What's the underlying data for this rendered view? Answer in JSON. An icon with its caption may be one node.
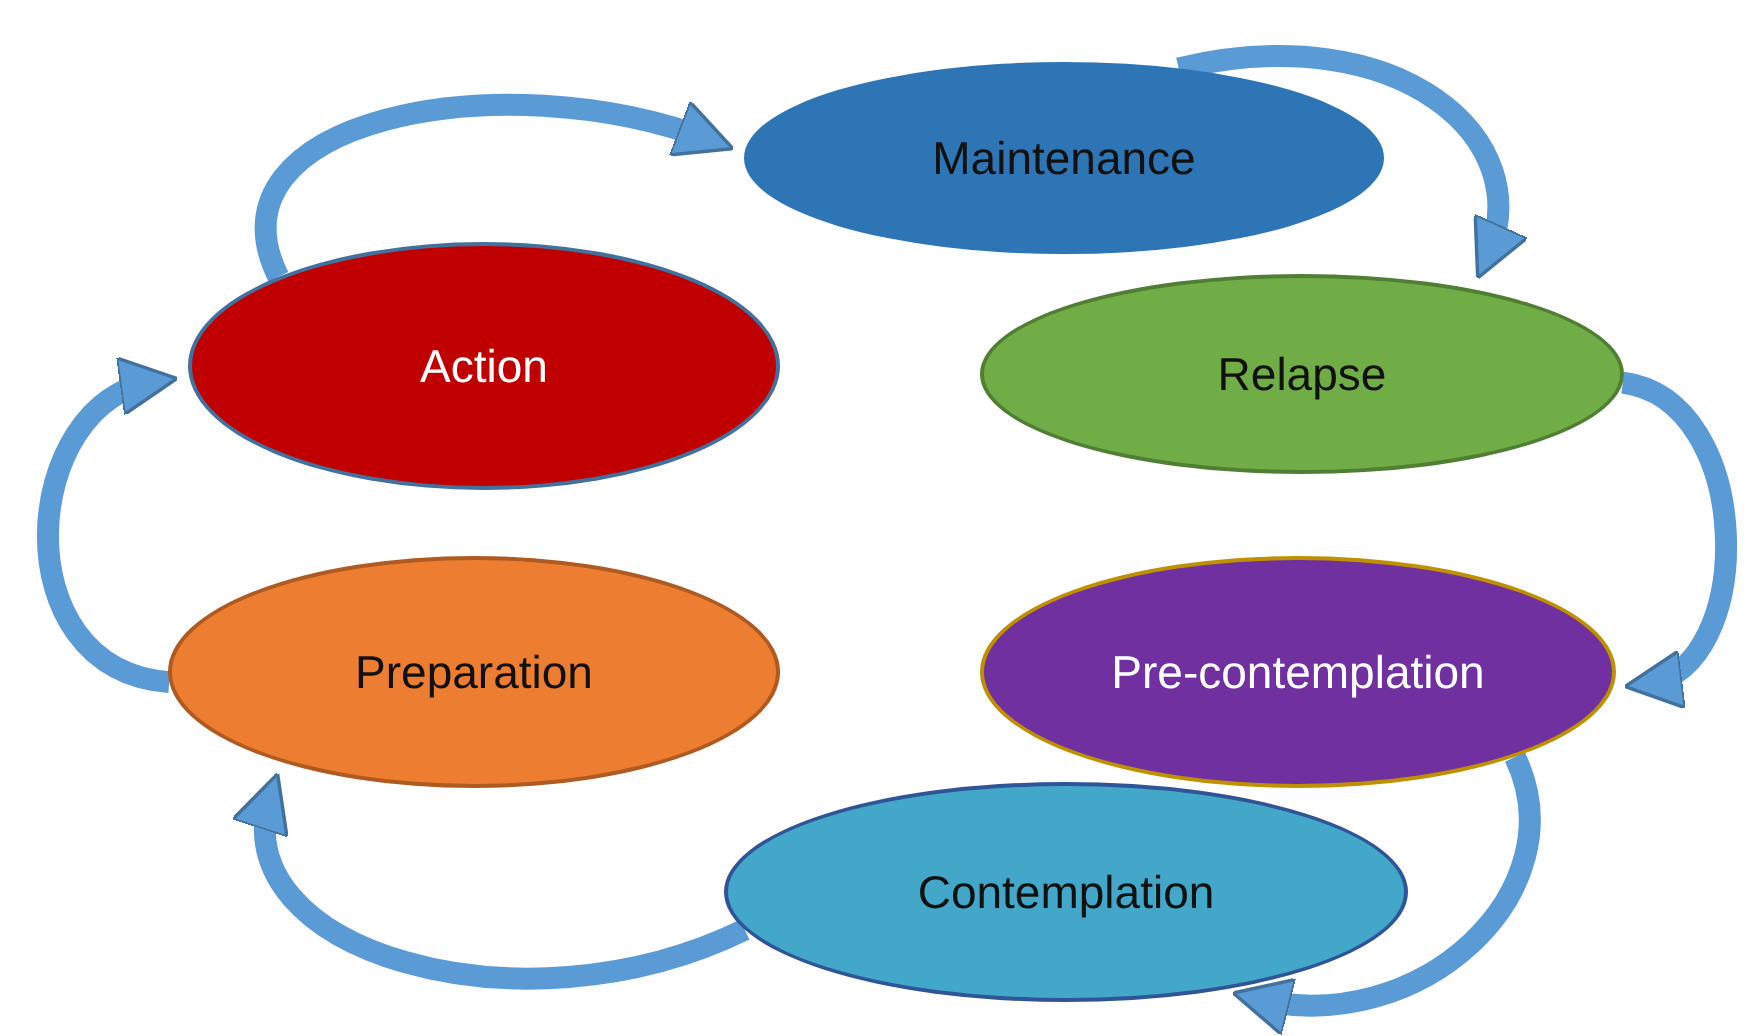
{
  "diagram": {
    "nodes": [
      {
        "text": [
          "Maintenance"
        ]
      },
      {
        "text": [
          "Relapse"
        ]
      },
      {
        "text": [
          "Pre-contemplation"
        ]
      },
      {
        "text": [
          "Contemplation"
        ]
      },
      {
        "text": [
          "Preparation"
        ]
      },
      {
        "text": [
          "Action"
        ]
      }
    ],
    "edges": [
      {
        "from": 0,
        "to": 1,
        "arrow": "to"
      },
      {
        "from": 1,
        "to": 2,
        "arrow": "to"
      },
      {
        "from": 2,
        "to": 3,
        "arrow": "to"
      },
      {
        "from": 3,
        "to": 4,
        "arrow": "to"
      },
      {
        "from": 4,
        "to": 5,
        "arrow": "to"
      },
      {
        "from": 5,
        "to": 0,
        "arrow": "to"
      }
    ]
  }
}
